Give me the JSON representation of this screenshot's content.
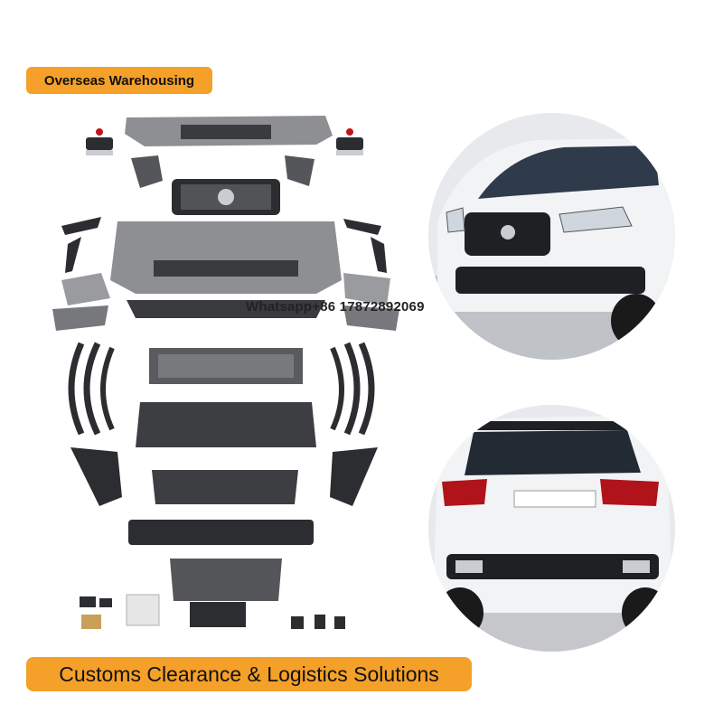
{
  "badge": {
    "text": "Overseas Warehousing",
    "color": "#f5a028"
  },
  "banner": {
    "text": "Customs Clearance & Logistics Solutions",
    "color": "#f5a028"
  },
  "watermark": {
    "text": "Whatsapp+86 17872892069"
  },
  "colors": {
    "part_gray": "#8e8f92",
    "part_dark": "#2c2d30",
    "car_white": "#f2f3f5",
    "tail_red": "#b0141a",
    "chrome": "#c9ccd0"
  }
}
